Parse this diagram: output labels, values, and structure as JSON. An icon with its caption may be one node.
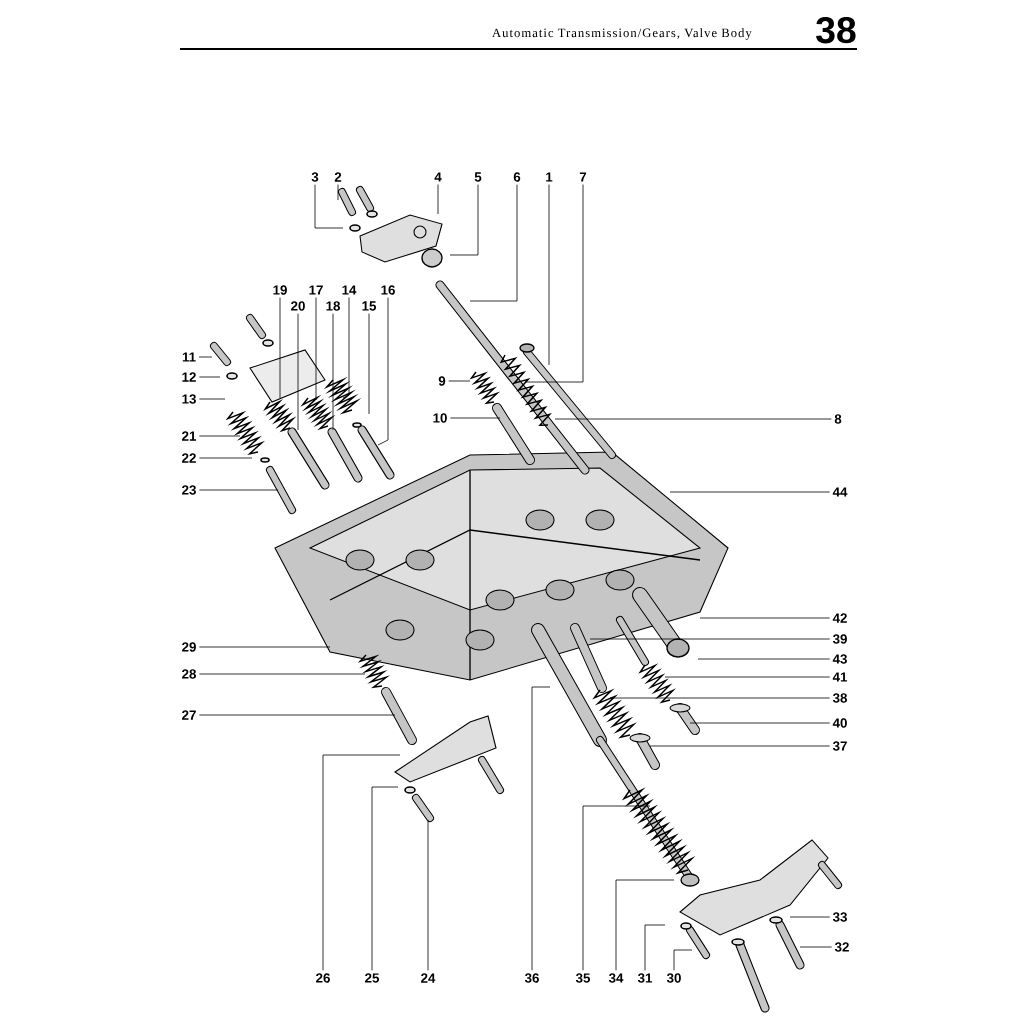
{
  "diagram": {
    "title": "Automatic Transmission/Gears, Valve Body",
    "nodes": [
      {
        "text": [
          "3"
        ]
      },
      {
        "text": [
          "2"
        ]
      },
      {
        "text": [
          "4"
        ]
      },
      {
        "text": [
          "5"
        ]
      },
      {
        "text": [
          "6"
        ]
      },
      {
        "text": [
          "1"
        ]
      },
      {
        "text": [
          "7"
        ]
      },
      {
        "text": [
          "19"
        ]
      },
      {
        "text": [
          "17"
        ]
      },
      {
        "text": [
          "14"
        ]
      },
      {
        "text": [
          "16"
        ]
      },
      {
        "text": [
          "20"
        ]
      },
      {
        "text": [
          "18"
        ]
      },
      {
        "text": [
          "15"
        ]
      },
      {
        "text": [
          "11"
        ]
      },
      {
        "text": [
          "12"
        ]
      },
      {
        "text": [
          "9"
        ]
      },
      {
        "text": [
          "13"
        ]
      },
      {
        "text": [
          "10"
        ]
      },
      {
        "text": [
          "8"
        ]
      },
      {
        "text": [
          "21"
        ]
      },
      {
        "text": [
          "22"
        ]
      },
      {
        "text": [
          "23"
        ]
      },
      {
        "text": [
          "44"
        ]
      },
      {
        "text": [
          "42"
        ]
      },
      {
        "text": [
          "39"
        ]
      },
      {
        "text": [
          "29"
        ]
      },
      {
        "text": [
          "43"
        ]
      },
      {
        "text": [
          "41"
        ]
      },
      {
        "text": [
          "28"
        ]
      },
      {
        "text": [
          "38"
        ]
      },
      {
        "text": [
          "27"
        ]
      },
      {
        "text": [
          "40"
        ]
      },
      {
        "text": [
          "37"
        ]
      },
      {
        "text": [
          "33"
        ]
      },
      {
        "text": [
          "32"
        ]
      },
      {
        "text": [
          "26"
        ]
      },
      {
        "text": [
          "25"
        ]
      },
      {
        "text": [
          "24"
        ]
      },
      {
        "text": [
          "36"
        ]
      },
      {
        "text": [
          "35"
        ]
      },
      {
        "text": [
          "34"
        ]
      },
      {
        "text": [
          "31"
        ]
      },
      {
        "text": [
          "30"
        ]
      }
    ],
    "edges": [
      {
        "from": 0,
        "to": null,
        "arrow": "none"
      },
      {
        "from": 1,
        "to": null,
        "arrow": "none"
      },
      {
        "from": 2,
        "to": null,
        "arrow": "none"
      },
      {
        "from": 3,
        "to": null,
        "arrow": "none"
      },
      {
        "from": 4,
        "to": null,
        "arrow": "none"
      },
      {
        "from": 5,
        "to": null,
        "arrow": "none"
      },
      {
        "from": 6,
        "to": null,
        "arrow": "none"
      },
      {
        "from": 7,
        "to": null,
        "arrow": "none"
      },
      {
        "from": 8,
        "to": null,
        "arrow": "none"
      },
      {
        "from": 9,
        "to": null,
        "arrow": "none"
      },
      {
        "from": 10,
        "to": null,
        "arrow": "none"
      },
      {
        "from": 11,
        "to": null,
        "arrow": "none"
      },
      {
        "from": 12,
        "to": null,
        "arrow": "none"
      },
      {
        "from": 13,
        "to": null,
        "arrow": "none"
      },
      {
        "from": 14,
        "to": null,
        "arrow": "none"
      },
      {
        "from": 15,
        "to": null,
        "arrow": "none"
      },
      {
        "from": 16,
        "to": null,
        "arrow": "none"
      },
      {
        "from": 17,
        "to": null,
        "arrow": "none"
      },
      {
        "from": 18,
        "to": null,
        "arrow": "none"
      },
      {
        "from": 19,
        "to": null,
        "arrow": "none"
      },
      {
        "from": 20,
        "to": null,
        "arrow": "none"
      },
      {
        "from": 21,
        "to": null,
        "arrow": "none"
      },
      {
        "from": 22,
        "to": null,
        "arrow": "none"
      },
      {
        "from": 23,
        "to": null,
        "arrow": "none"
      },
      {
        "from": 24,
        "to": null,
        "arrow": "none"
      },
      {
        "from": 25,
        "to": null,
        "arrow": "none"
      },
      {
        "from": 26,
        "to": null,
        "arrow": "none"
      },
      {
        "from": 27,
        "to": null,
        "arrow": "none"
      },
      {
        "from": 28,
        "to": null,
        "arrow": "none"
      },
      {
        "from": 29,
        "to": null,
        "arrow": "none"
      },
      {
        "from": 30,
        "to": null,
        "arrow": "none"
      },
      {
        "from": 31,
        "to": null,
        "arrow": "none"
      },
      {
        "from": 32,
        "to": null,
        "arrow": "none"
      },
      {
        "from": 33,
        "to": null,
        "arrow": "none"
      },
      {
        "from": 34,
        "to": null,
        "arrow": "none"
      },
      {
        "from": 35,
        "to": null,
        "arrow": "none"
      },
      {
        "from": 36,
        "to": null,
        "arrow": "none"
      },
      {
        "from": 37,
        "to": null,
        "arrow": "none"
      },
      {
        "from": 38,
        "to": null,
        "arrow": "none"
      },
      {
        "from": 39,
        "to": null,
        "arrow": "none"
      },
      {
        "from": 40,
        "to": null,
        "arrow": "none"
      },
      {
        "from": 41,
        "to": null,
        "arrow": "none"
      },
      {
        "from": 42,
        "to": null,
        "arrow": "none"
      },
      {
        "from": 43,
        "to": null,
        "arrow": "none"
      }
    ],
    "labels": [
      "38"
    ]
  }
}
